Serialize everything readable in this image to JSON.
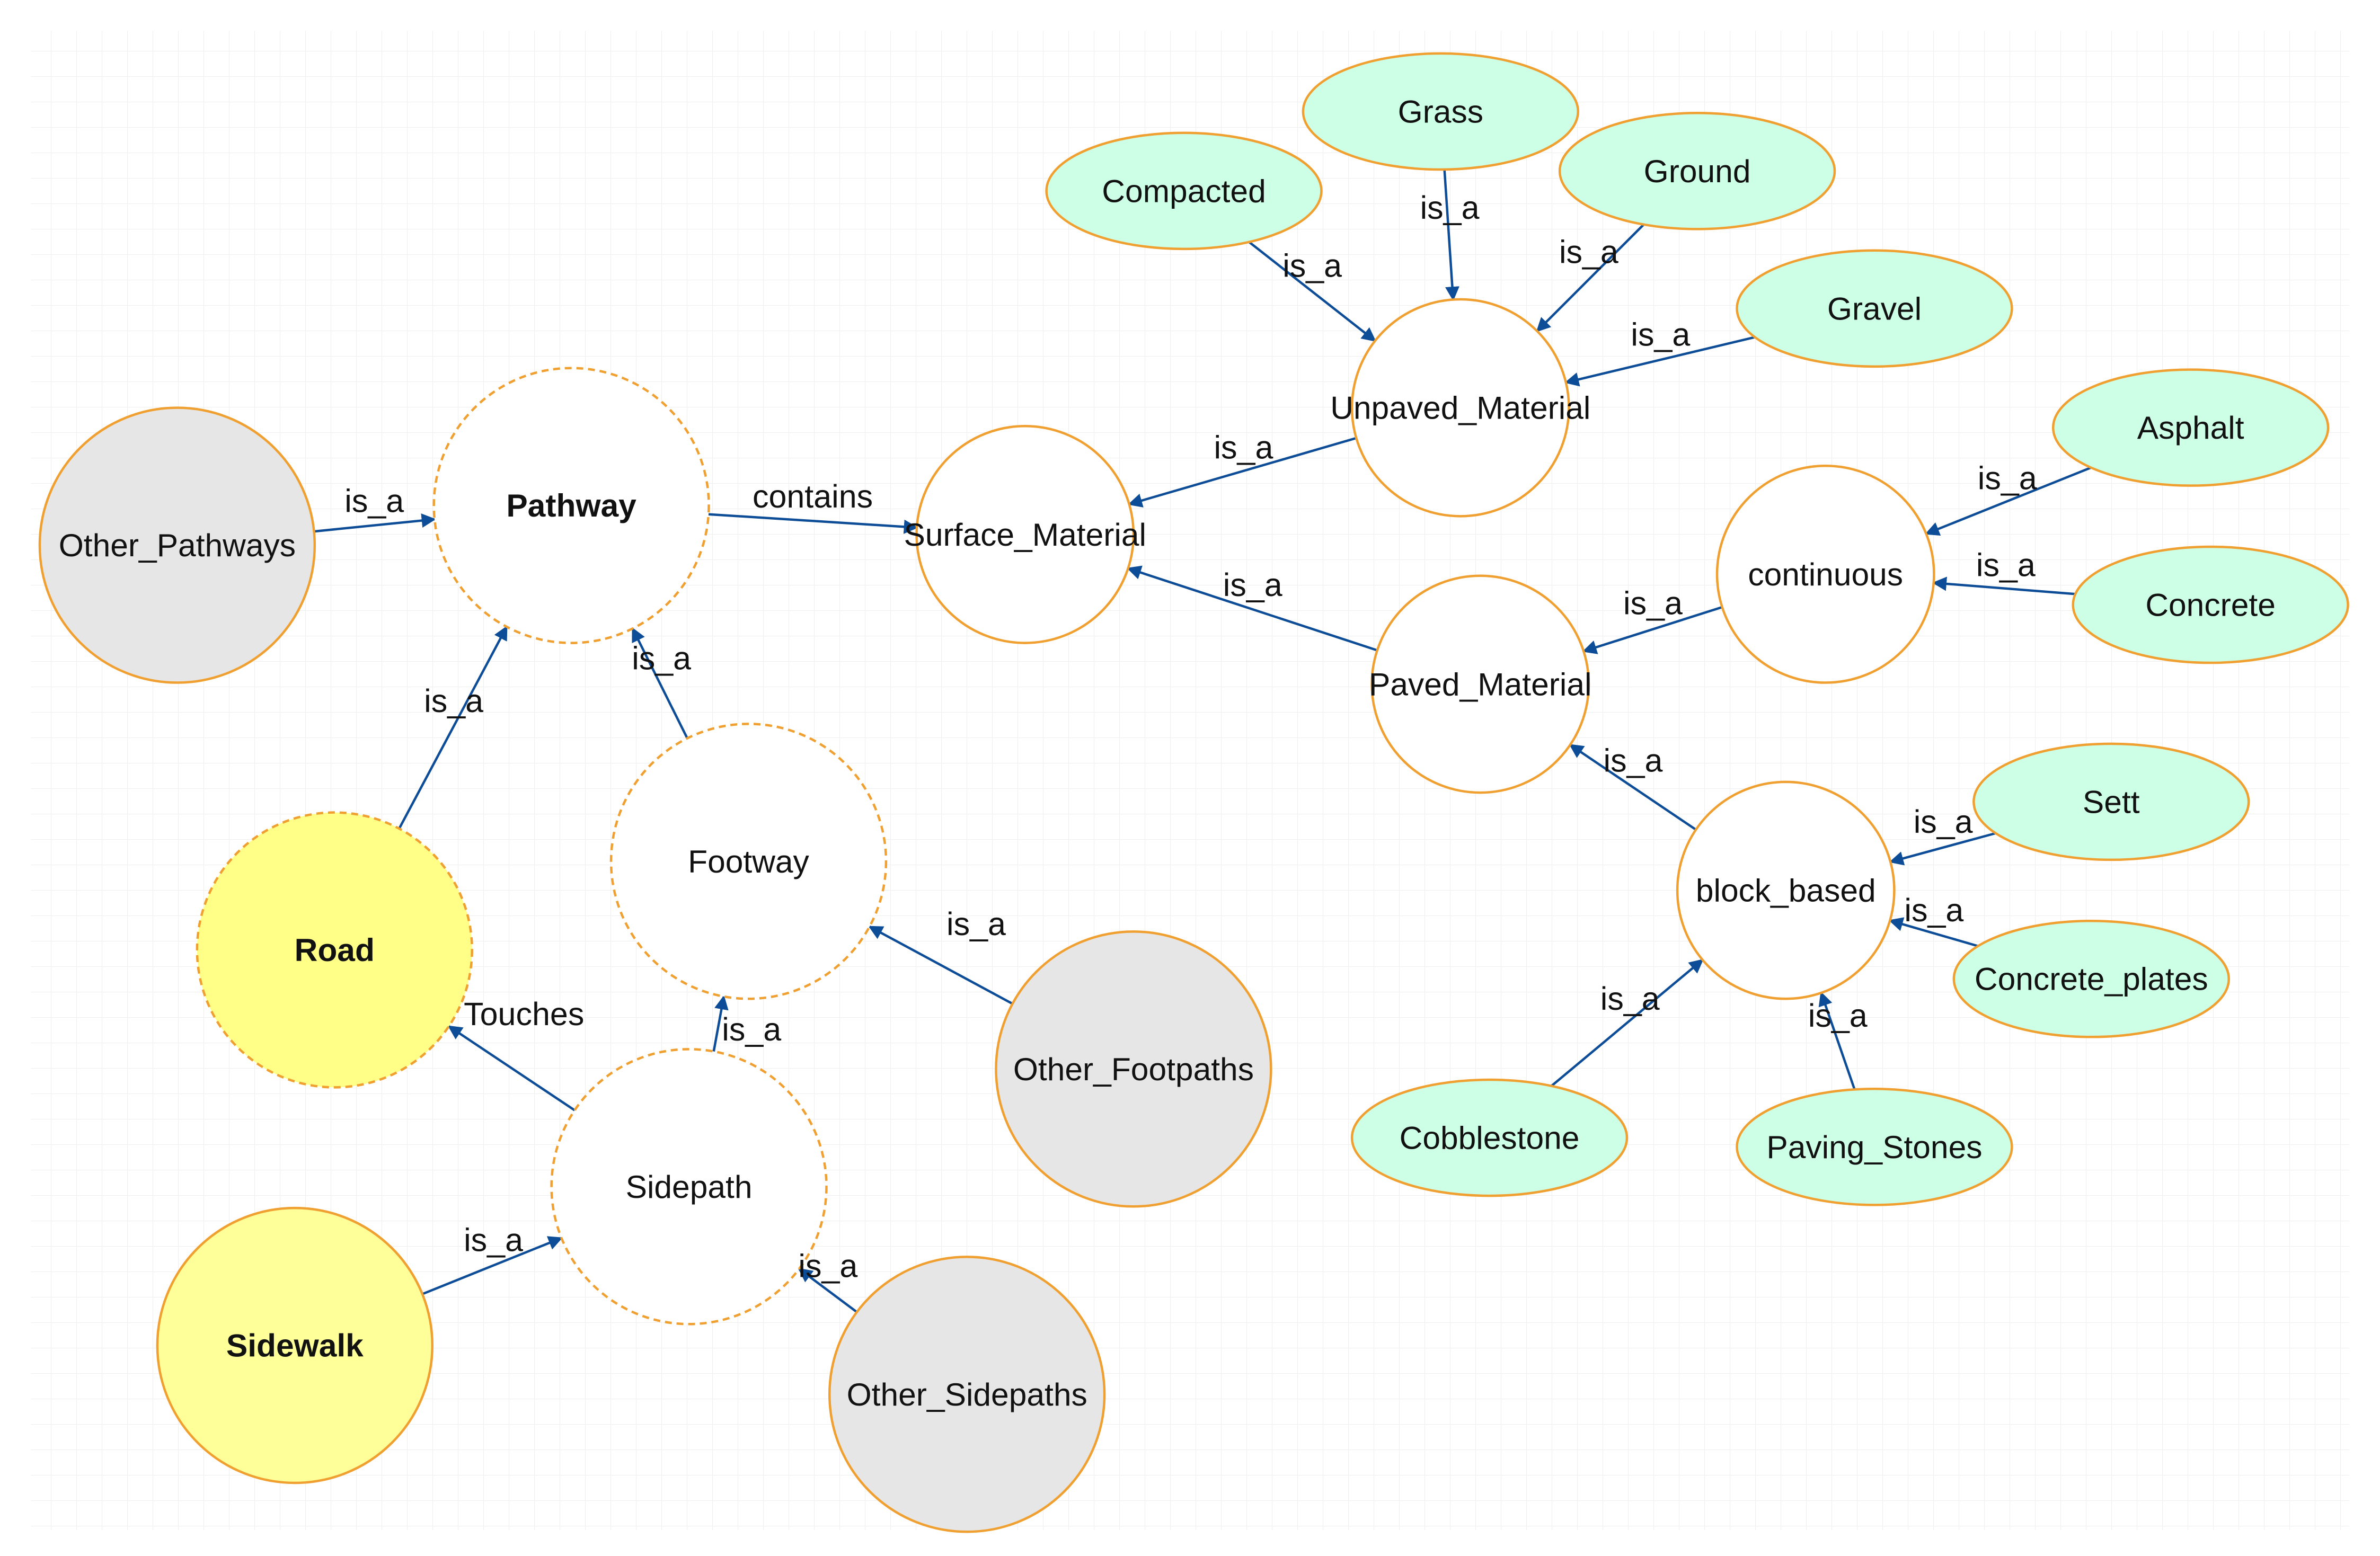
{
  "nodes": [
    {
      "id": "pathway",
      "label": "Pathway",
      "style": "dashed",
      "fill": "#ffffff",
      "bold": true
    },
    {
      "id": "other_pathways",
      "label": "Other_Pathways",
      "style": "solid",
      "fill": "#e6e6e6"
    },
    {
      "id": "surface_material",
      "label": "Surface_Material",
      "style": "solid",
      "fill": "#ffffff"
    },
    {
      "id": "unpaved_material",
      "label": "Unpaved_Material",
      "style": "solid",
      "fill": "#ffffff"
    },
    {
      "id": "paved_material",
      "label": "Paved_Material",
      "style": "solid",
      "fill": "#ffffff"
    },
    {
      "id": "continuous",
      "label": "continuous",
      "style": "solid",
      "fill": "#ffffff"
    },
    {
      "id": "block_based",
      "label": "block_based",
      "style": "solid",
      "fill": "#ffffff"
    },
    {
      "id": "compacted",
      "label": "Compacted",
      "style": "solid",
      "fill": "#ccffe6"
    },
    {
      "id": "grass",
      "label": "Grass",
      "style": "solid",
      "fill": "#ccffe6"
    },
    {
      "id": "ground",
      "label": "Ground",
      "style": "solid",
      "fill": "#ccffe6"
    },
    {
      "id": "gravel",
      "label": "Gravel",
      "style": "solid",
      "fill": "#ccffe6"
    },
    {
      "id": "asphalt",
      "label": "Asphalt",
      "style": "solid",
      "fill": "#ccffe6"
    },
    {
      "id": "concrete",
      "label": "Concrete",
      "style": "solid",
      "fill": "#ccffe6"
    },
    {
      "id": "sett",
      "label": "Sett",
      "style": "solid",
      "fill": "#ccffe6"
    },
    {
      "id": "concrete_plates",
      "label": "Concrete_plates",
      "style": "solid",
      "fill": "#ccffe6"
    },
    {
      "id": "paving_stones",
      "label": "Paving_Stones",
      "style": "solid",
      "fill": "#ccffe6"
    },
    {
      "id": "cobblestone",
      "label": "Cobblestone",
      "style": "solid",
      "fill": "#ccffe6"
    },
    {
      "id": "road",
      "label": "Road",
      "style": "dashed",
      "fill": "#ffff88",
      "bold": true
    },
    {
      "id": "footway",
      "label": "Footway",
      "style": "dashed",
      "fill": "#ffffff"
    },
    {
      "id": "sidepath",
      "label": "Sidepath",
      "style": "dashed",
      "fill": "#ffffff"
    },
    {
      "id": "other_footpaths",
      "label": "Other_Footpaths",
      "style": "solid",
      "fill": "#e6e6e6"
    },
    {
      "id": "sidewalk",
      "label": "Sidewalk",
      "style": "solid",
      "fill": "#ffff99",
      "bold": true
    },
    {
      "id": "other_sidepaths",
      "label": "Other_Sidepaths",
      "style": "solid",
      "fill": "#e6e6e6"
    }
  ],
  "edges": [
    {
      "from": "other_pathways",
      "to": "pathway",
      "label": "is_a"
    },
    {
      "from": "pathway",
      "to": "surface_material",
      "label": "contains"
    },
    {
      "from": "unpaved_material",
      "to": "surface_material",
      "label": "is_a"
    },
    {
      "from": "paved_material",
      "to": "surface_material",
      "label": "is_a"
    },
    {
      "from": "compacted",
      "to": "unpaved_material",
      "label": "is_a"
    },
    {
      "from": "grass",
      "to": "unpaved_material",
      "label": "is_a"
    },
    {
      "from": "ground",
      "to": "unpaved_material",
      "label": "is_a"
    },
    {
      "from": "gravel",
      "to": "unpaved_material",
      "label": "is_a"
    },
    {
      "from": "continuous",
      "to": "paved_material",
      "label": "is_a"
    },
    {
      "from": "asphalt",
      "to": "continuous",
      "label": "is_a"
    },
    {
      "from": "concrete",
      "to": "continuous",
      "label": "is_a"
    },
    {
      "from": "block_based",
      "to": "paved_material",
      "label": "is_a"
    },
    {
      "from": "sett",
      "to": "block_based",
      "label": "is_a"
    },
    {
      "from": "concrete_plates",
      "to": "block_based",
      "label": "is_a"
    },
    {
      "from": "paving_stones",
      "to": "block_based",
      "label": "is_a"
    },
    {
      "from": "cobblestone",
      "to": "block_based",
      "label": "is_a"
    },
    {
      "from": "road",
      "to": "pathway",
      "label": "is_a"
    },
    {
      "from": "footway",
      "to": "pathway",
      "label": "is_a"
    },
    {
      "from": "sidepath",
      "to": "footway",
      "label": "is_a"
    },
    {
      "from": "sidepath",
      "to": "road",
      "label": "Touches"
    },
    {
      "from": "other_footpaths",
      "to": "footway",
      "label": "is_a"
    },
    {
      "from": "sidewalk",
      "to": "sidepath",
      "label": "is_a"
    },
    {
      "from": "other_sidepaths",
      "to": "sidepath",
      "label": "is_a"
    }
  ],
  "colors": {
    "outline": "#f0a030",
    "edge": "#0d4c96",
    "grid": "#e6e6e6"
  }
}
